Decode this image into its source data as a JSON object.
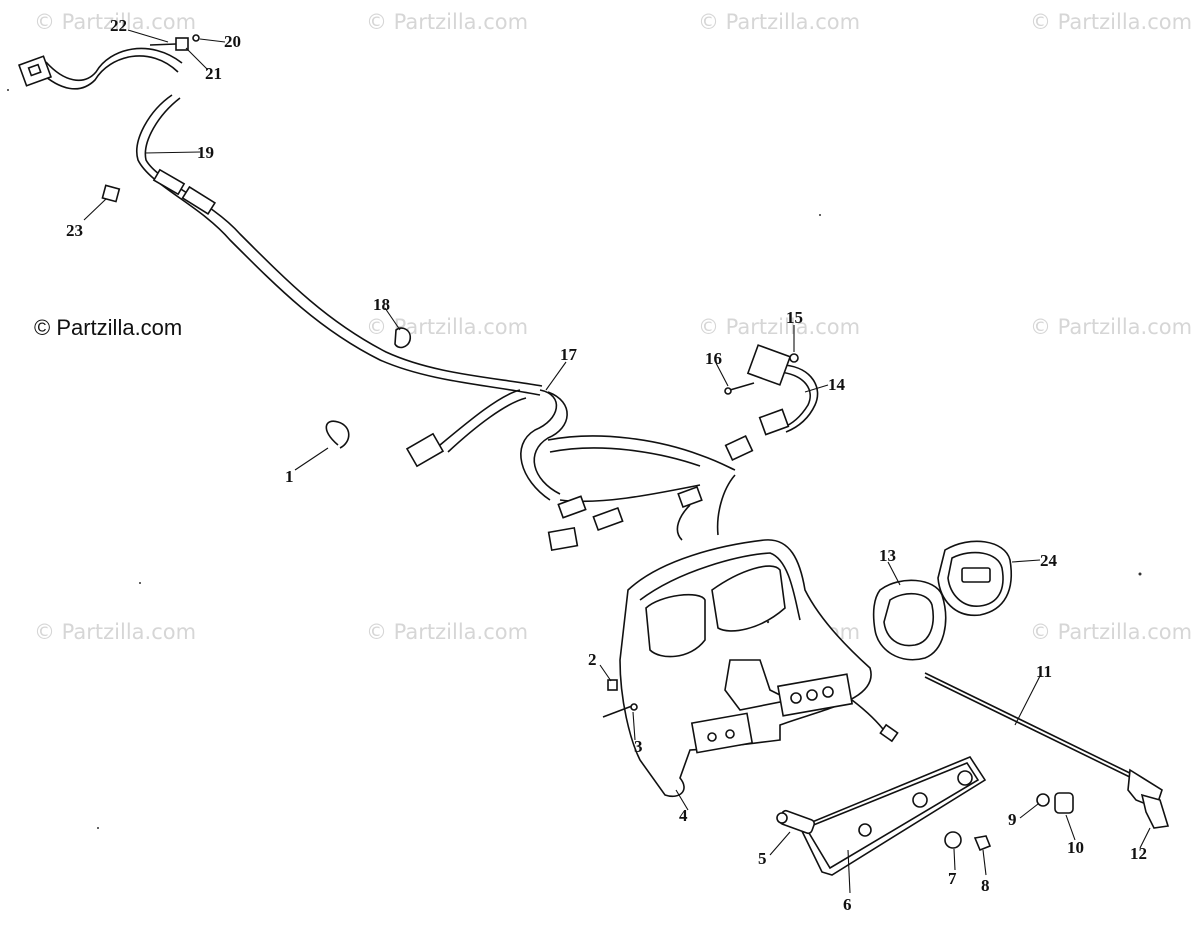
{
  "watermarks": [
    "© Partzilla.com",
    "© Partzilla.com",
    "© Partzilla.com",
    "© Partzilla.com",
    "© Partzilla.com",
    "© Partzilla.com",
    "© Partzilla.com",
    "© Partzilla.com",
    "© Partzilla.com",
    "© Partzilla.com",
    "© Partzilla.com"
  ],
  "watermark_dark": "© Partzilla.com",
  "callouts": {
    "c1": "1",
    "c2": "2",
    "c3": "3",
    "c4": "4",
    "c5": "5",
    "c6": "6",
    "c7": "7",
    "c8": "8",
    "c9": "9",
    "c10": "10",
    "c11": "11",
    "c12": "12",
    "c13": "13",
    "c14": "14",
    "c15": "15",
    "c16": "16",
    "c17": "17",
    "c18": "18",
    "c19": "19",
    "c20": "20",
    "c21": "21",
    "c22": "22",
    "c23": "23",
    "c24": "24"
  },
  "colors": {
    "ink": "#111111",
    "watermark": "#d6d6d6",
    "paper": "#ffffff"
  }
}
